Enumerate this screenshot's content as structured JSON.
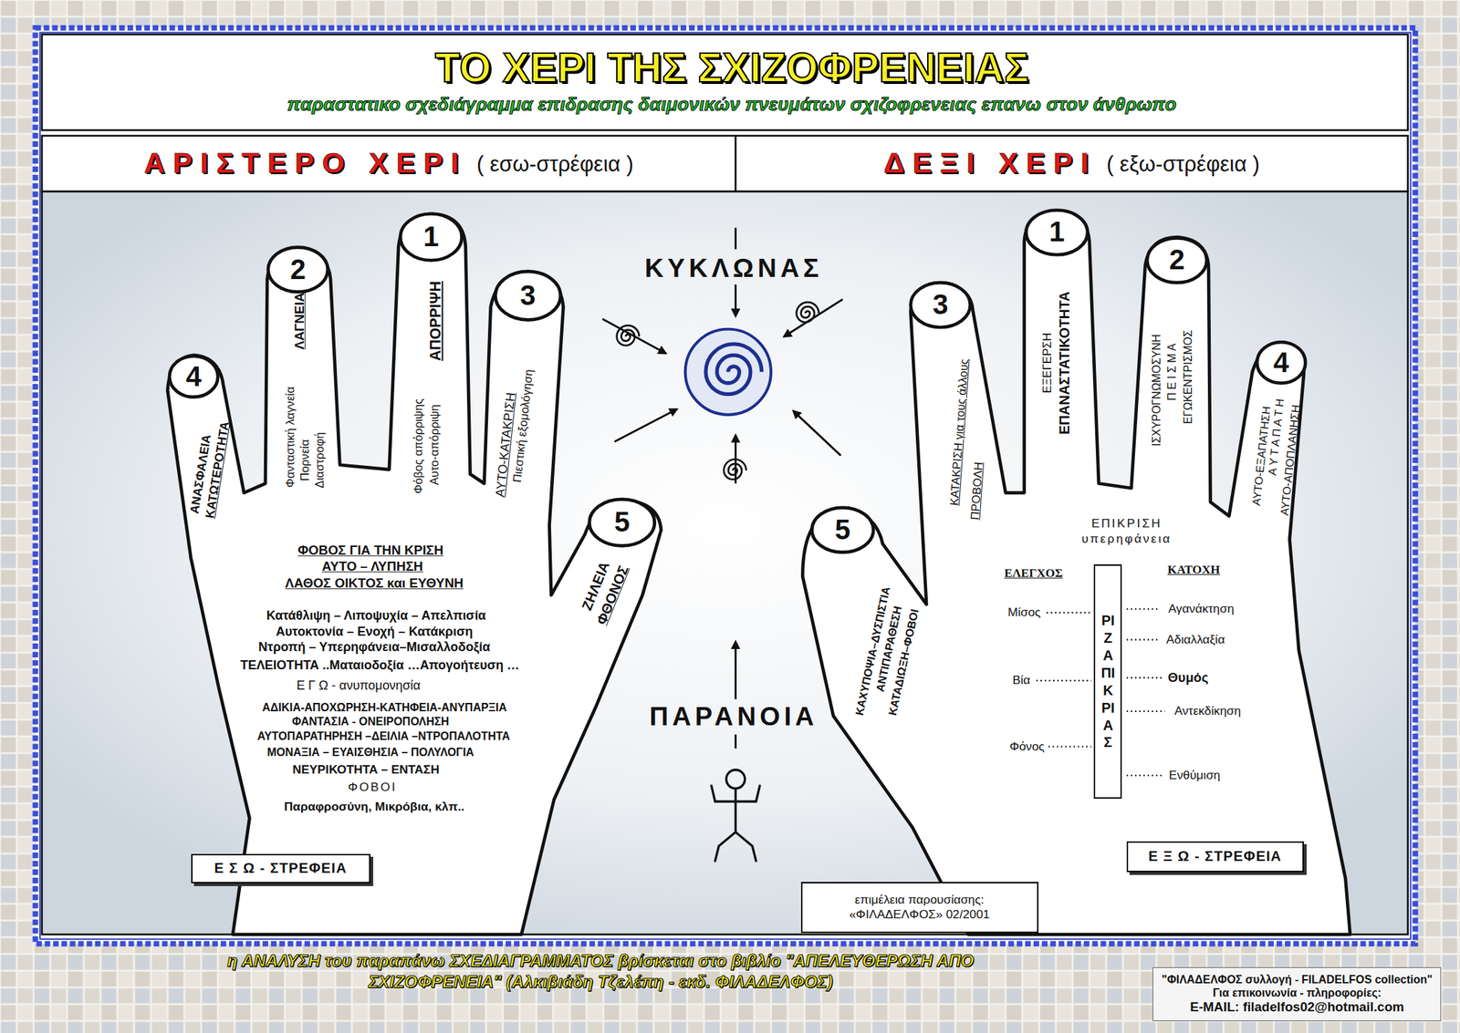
{
  "diagram": {
    "title": "ΤΟ ΧΕΡΙ ΤΗΣ ΣΧΙΖΟΦΡΕΝΕΙΑΣ",
    "caption": "η ΑΝΑΛΥΣΗ του παραπάνω ΣΧΕΔΙΑΓΡΑΜΜΑΤΟΣ βρίσκεται στο βιβλίο \"ΑΠΕΛΕΥΘΕΡΩΣΗ ΑΠΟ ΣΧΙΖΟΦΡΕΝΕΙΑ\" (Αλκιβιάδη Τζελέπη - εκδ. ΦΙΛΑΔΕΛΦΟΣ)",
    "nodes": [
      {
        "text": [
          "ΑΡΙΣΤΕΡΟ ΧΕΡΙ",
          "( εσω-στρέφεια )"
        ]
      },
      {
        "text": [
          "ΔΕΞΙ ΧΕΡΙ",
          "( εξω-στρέφεια )"
        ]
      },
      {
        "text": [
          "ΡΙΖΑ ΠΙΚΡΙΑΣ"
        ]
      },
      {
        "text": [
          "Ε Σ Ω - ΣΤΡΕΦΕΙΑ"
        ]
      },
      {
        "text": [
          "Ε Ξ Ω - ΣΤΡΕΦΕΙΑ"
        ]
      },
      {
        "text": [
          "επιμέλεια παρουσίασης:",
          "«ΦΙΛΑΔΕΛΦΟΣ» 02/2001"
        ]
      },
      {
        "text": [
          "\"ΦΙΛΑΔΕΛΦΟΣ συλλογή - FILADELFOS collection\"",
          "Για επικοινωνία - πληροφορίες:",
          "E-MAIL: filadelfos02@hotmail.com"
        ]
      }
    ],
    "labels": [
      "παραστατικο σχεδιάγραμμα επιδρασης δαιμονικών πνευμάτων σχιζοφρενειας επανω στον άνθρωπο",
      "4",
      "2",
      "1",
      "3",
      "5",
      "ΑΝΑΣΦΑΛΕΙΑ",
      "ΚΑΤΩΤΕΡΟΤΗΤΑ",
      "ΛΑΓΝΕΙΑ",
      "Φανταστική λαγνεία",
      "Πορνεία",
      "Διαστροφή",
      "ΑΠΟΡΡΙΨΗ",
      "Φόβος απόρριψης",
      "Αυτο-απόρριψη",
      "ΑΥΤΟ-ΚΑΤΑΚΡΙΣΗ",
      "Πιεστική εξομολόγηση",
      "ΖΗΛΕΙΑ",
      "ΦΘΟΝΟΣ",
      "ΦΟΒΟΣ ΓΙΑ ΤΗΝ ΚΡΙΣΗ",
      "ΑΥΤΟ – ΛΥΠΗΣΗ",
      "ΛΑΘΟΣ ΟΙΚΤΟΣ και ΕΥΘΥΝΗ",
      "Κατάθλιψη – Λιποψυχία – Απελπισία",
      "Αυτοκτονία – Ενοχή – Κατάκριση",
      "Ντροπή – Υπερηφάνεια–Μισαλλοδοξία",
      "ΤΕΛΕΙΟΤΗΤΑ ..Ματαιοδοξία …Απογοήτευση …",
      "Ε Γ Ω - ανυπομονησία",
      "ΑΔΙΚΙΑ-ΑΠΟΧΩΡΗΣΗ-ΚΑΤΗΦΕΙΑ-ΑΝΥΠΑΡΞΙΑ",
      "ΦΑΝΤΑΣΙΑ - ΟΝΕΙΡΟΠΟΛΗΣΗ",
      "ΑΥΤΟΠΑΡΑΤΗΡΗΣΗ –ΔΕΙΛΙΑ –ΝΤΡΟΠΑΛΟΤΗΤΑ",
      "ΜΟΝΑΞΙΑ – ΕΥΑΙΣΘΗΣΙΑ – ΠΟΛΥΛΟΓΙΑ",
      "ΝΕΥΡΙΚΟΤΗΤΑ – ΕΝΤΑΣΗ",
      "ΦΟΒΟΙ",
      "Παραφροσύνη, Μικρόβια, κλπ..",
      "ΚΥΚΛΩΝΑΣ",
      "ΠΑΡΑΝΟΙΑ",
      "3",
      "1",
      "2",
      "4",
      "5",
      "ΚΑΤΑΚΡΙΣΗ για τους άλλους",
      "ΠΡΟΒΟΛΗ",
      "ΕΞΕΓΕΡΣΗ",
      "ΕΠΑΝΑΣΤΑΤΙΚΟΤΗΤΑ",
      "ΙΣΧΥΡΟΓΝΩΜΟΣΥΝΗ",
      "Π Ε Ι Σ Μ Α",
      "ΕΓΩΚΕΝΤΡΙΣΜΟΣ",
      "ΑΥΤΟ-ΕΞΑΠΑΤΗΣΗ",
      "Α Υ Τ Α Π Α Τ Η",
      "ΑΥΤΟ-ΑΠΟΠΛΑΝΗΣΗ",
      "ΚΑΧΥΠΟΨΙΑ–ΔΥΣΠΙΣΤΙΑ",
      "ΑΝΤΙΠΑΡΑΘΕΣΗ",
      "ΚΑΤΑΔΙΩΞΗ–ΦΟΒΟΙ",
      "ΕΠΙΚΡΙΣΗ",
      "υπερηφάνεια",
      "ΕΛΕΓΧΟΣ",
      "ΚΑΤΟΧΗ",
      "Μίσος",
      "Βία",
      "Φόνος",
      "Αγανάκτηση",
      "Αδιαλλαξία",
      "Θυμός",
      "Αντεκδίκηση",
      "Ενθύμιση"
    ]
  }
}
